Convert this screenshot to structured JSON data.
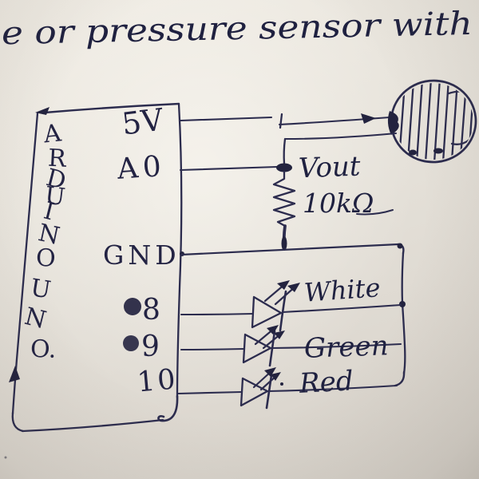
{
  "title": "e or pressure sensor with",
  "colors": {
    "ink": "#2c2c4e",
    "ink_dark": "#1f1f3c",
    "paper_light": "#f0ece4",
    "paper_dark": "#d5d0c8"
  },
  "arduino": {
    "name_letters": [
      "A",
      "R",
      "D",
      "U",
      "I",
      "N",
      "O",
      "U",
      "N",
      "O."
    ],
    "pins": {
      "pin_5v": "5V",
      "pin_a0": "A0",
      "pin_gnd": "GND",
      "pin_8": "8",
      "pin_9": "9",
      "pin_10": "10"
    }
  },
  "circuit": {
    "vout_label": "Vout",
    "resistor_label": "10kΩ",
    "leds": [
      {
        "label": "White"
      },
      {
        "label": "Green"
      },
      {
        "label": "Red"
      }
    ],
    "sensor_icon": "pressure-sensor-fsr-icon"
  }
}
